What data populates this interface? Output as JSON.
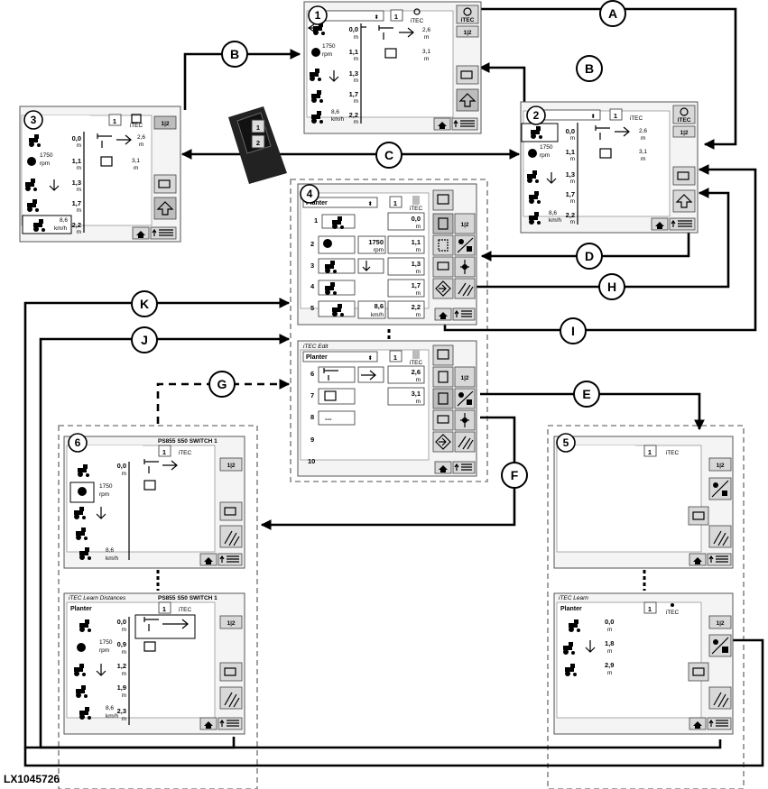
{
  "figure_ref": "LX1045726",
  "callout_labels": [
    "A",
    "B",
    "B",
    "C",
    "D",
    "E",
    "F",
    "G",
    "H",
    "I",
    "J",
    "K"
  ],
  "screen_numbers": [
    "1",
    "2",
    "3",
    "4",
    "5",
    "6"
  ],
  "common": {
    "itec": "iTEC",
    "planter": "Planter",
    "rpm": "rpm",
    "m": "m",
    "kmh": "km/h",
    "section1": "1",
    "sections": "1|2"
  },
  "run_screen": {
    "v0": "0,0",
    "v_rpm": "1750",
    "v1": "1,1",
    "v2": "1,3",
    "v3": "1,7",
    "v_speed": "8,6",
    "v4": "2,2",
    "v5": "2,6",
    "v6": "3,1"
  },
  "edit_a": {
    "rows": [
      "1",
      "2",
      "3",
      "4",
      "5"
    ],
    "values": [
      "0,0",
      "1,1",
      "1,3",
      "1,7",
      "2,2"
    ],
    "rpm": "1750",
    "speed": "8,6"
  },
  "edit_b": {
    "title": "iTEC Edit",
    "rows": [
      "6",
      "7",
      "8",
      "9",
      "10"
    ],
    "values": [
      "2,6",
      "3,1"
    ],
    "empty_select": "---"
  },
  "learn_distances": {
    "title": "iTEC Learn Distances",
    "code": "PS855 S50 SWITCH 1",
    "v0": "0,0",
    "v_rpm": "1750",
    "v_speed": "8,6",
    "b0": "0,0",
    "b_rpm": "1750",
    "b1": "0,9",
    "b2": "1,2",
    "b3": "1,9",
    "b_speed": "8,6",
    "b4": "2,3"
  },
  "learn": {
    "title": "iTEC Learn",
    "v0": "0,0",
    "v1": "1,8",
    "v2": "2,9"
  }
}
